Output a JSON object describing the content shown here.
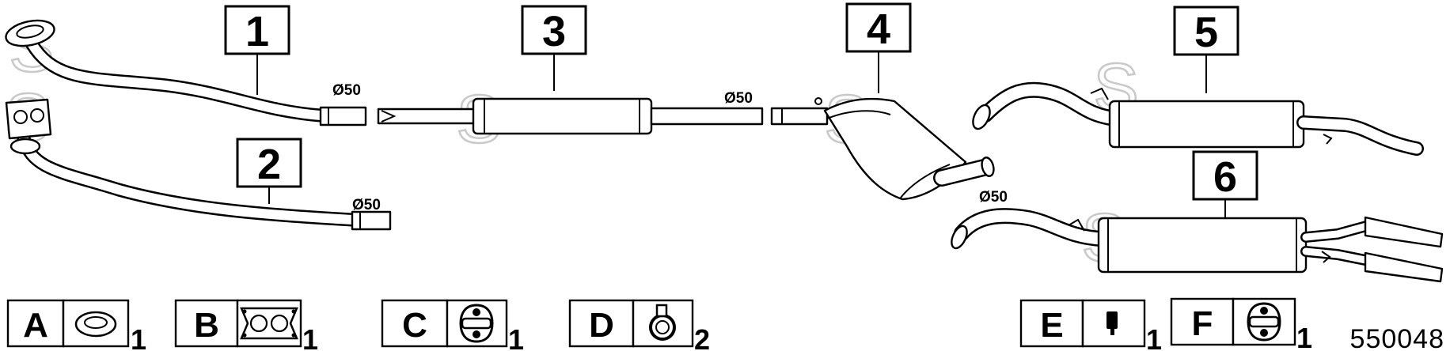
{
  "diagram_id": "550048",
  "watermark": "S",
  "parts": [
    {
      "number": "1",
      "diameter": "Ø50"
    },
    {
      "number": "2",
      "diameter": "Ø50"
    },
    {
      "number": "3",
      "diameter": "Ø50"
    },
    {
      "number": "4",
      "diameter": "Ø50"
    },
    {
      "number": "5"
    },
    {
      "number": "6"
    }
  ],
  "fitting_kits": [
    {
      "letter": "A",
      "icon": "gasket-ring-icon",
      "quantity": "1"
    },
    {
      "letter": "B",
      "icon": "flange-gasket-icon",
      "quantity": "1"
    },
    {
      "letter": "C",
      "icon": "rubber-hanger-icon",
      "quantity": "1"
    },
    {
      "letter": "D",
      "icon": "pipe-clamp-icon",
      "quantity": "2"
    },
    {
      "letter": "E",
      "icon": "rubber-mount-icon",
      "quantity": "1"
    },
    {
      "letter": "F",
      "icon": "rubber-hanger-icon",
      "quantity": "1"
    }
  ]
}
